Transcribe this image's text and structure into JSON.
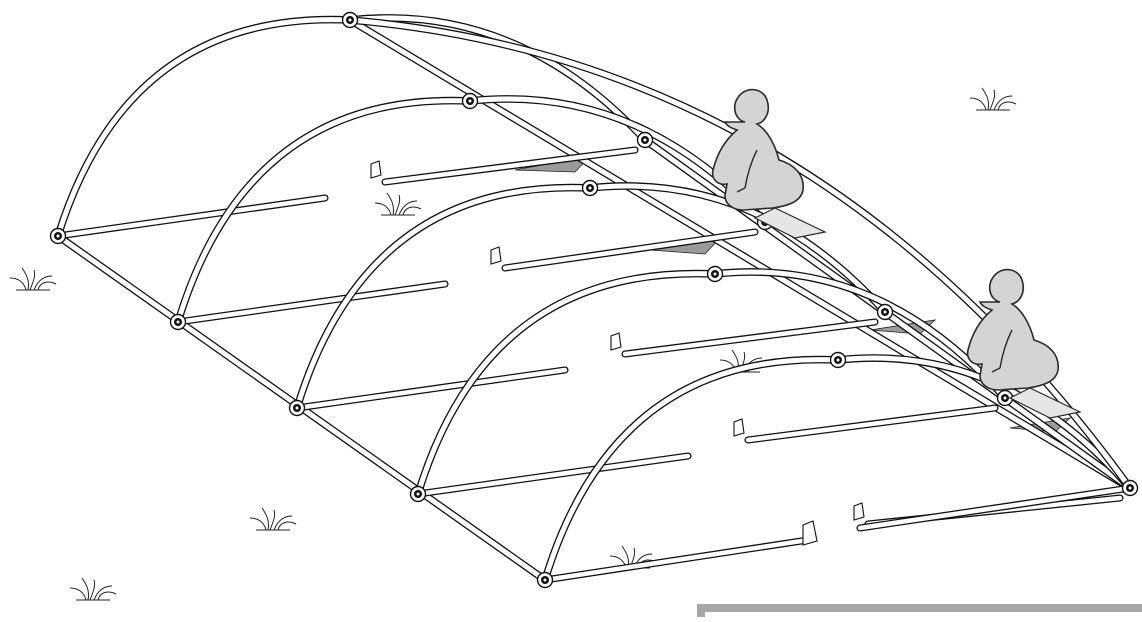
{
  "figure": {
    "colors": {
      "tube": "#ffffff",
      "tube_outline": "#111111",
      "person_fill": "#d4d4d4",
      "person_outline": "#2a2a2a",
      "tarp": "#e6e6e6",
      "bar": "#a6a6a6"
    },
    "icons": [
      "grass-tuft-icon",
      "tent-frame",
      "kneeling-worker",
      "pipe-joint"
    ]
  }
}
